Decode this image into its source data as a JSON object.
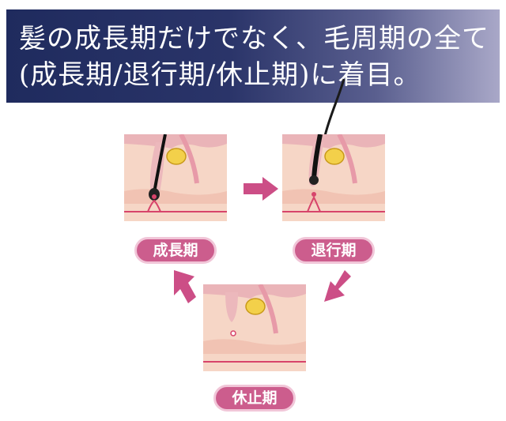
{
  "banner": {
    "line1": "髪の成長期だけでなく、毛周期の全て",
    "line2": "(成長期/退行期/休止期)に着目。"
  },
  "stages": {
    "growth": "成長期",
    "regression": "退行期",
    "resting": "休止期"
  },
  "colors": {
    "banner_dark": "#1f2b5e",
    "banner_light": "#a9a8c8",
    "label": "#cc5d8d",
    "arrow": "#cc4e86",
    "skin": "#f6d6c6",
    "epidermis": "#eab4b8",
    "line": "#d7446b"
  }
}
